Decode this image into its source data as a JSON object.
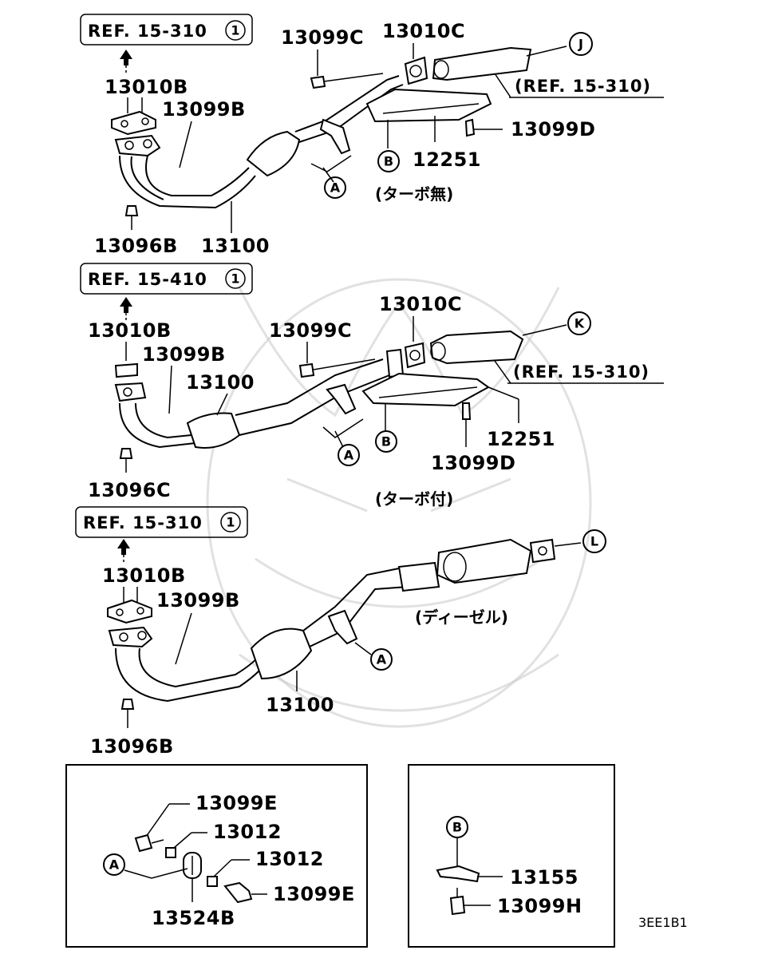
{
  "refs": {
    "r1": "REF. 15-310",
    "r2": "REF. 15-410",
    "r3": "REF. 15-310",
    "mark": "1"
  },
  "side_refs": {
    "j": "(REF. 15-310)",
    "k": "(REF. 15-310)"
  },
  "callouts": {
    "a": "A",
    "b": "B",
    "j": "J",
    "k": "K",
    "l": "L"
  },
  "variants": {
    "top": "(ターボ無)",
    "middle": "(ターボ付)",
    "bottom": "(ディーゼル)"
  },
  "parts": {
    "p13010B": "13010B",
    "p13010C": "13010C",
    "p13099B": "13099B",
    "p13099C": "13099C",
    "p13099D": "13099D",
    "p13096B": "13096B",
    "p13096C": "13096C",
    "p13100": "13100",
    "p12251": "12251",
    "p13099E": "13099E",
    "p13012": "13012",
    "p13524B": "13524B",
    "p13155": "13155",
    "p13099H": "13099H"
  },
  "diagram_code": "3EE1B1"
}
